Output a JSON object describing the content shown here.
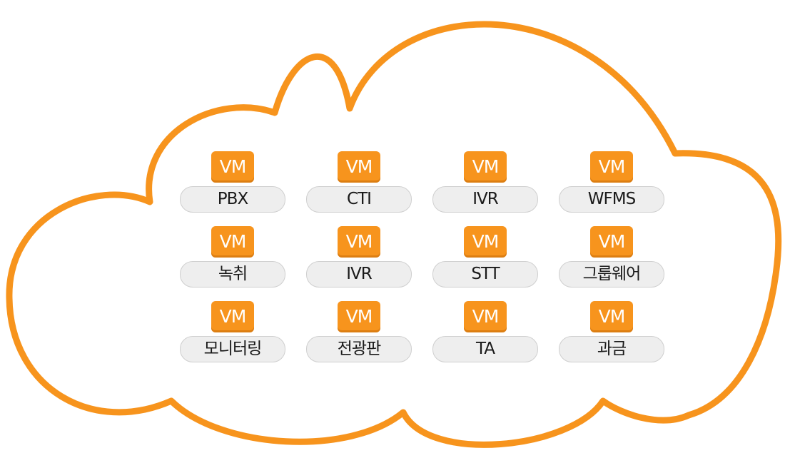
{
  "colors": {
    "cloud_stroke": "#f7941d",
    "vm_badge": "#f7941d",
    "pill_background": "#eeeeee"
  },
  "cells": [
    {
      "badge": "VM",
      "label": "PBX"
    },
    {
      "badge": "VM",
      "label": "CTI"
    },
    {
      "badge": "VM",
      "label": "IVR"
    },
    {
      "badge": "VM",
      "label": "WFMS"
    },
    {
      "badge": "VM",
      "label": "녹취"
    },
    {
      "badge": "VM",
      "label": "IVR"
    },
    {
      "badge": "VM",
      "label": "STT"
    },
    {
      "badge": "VM",
      "label": "그룹웨어"
    },
    {
      "badge": "VM",
      "label": "모니터링"
    },
    {
      "badge": "VM",
      "label": "전광판"
    },
    {
      "badge": "VM",
      "label": "TA"
    },
    {
      "badge": "VM",
      "label": "과금"
    }
  ]
}
